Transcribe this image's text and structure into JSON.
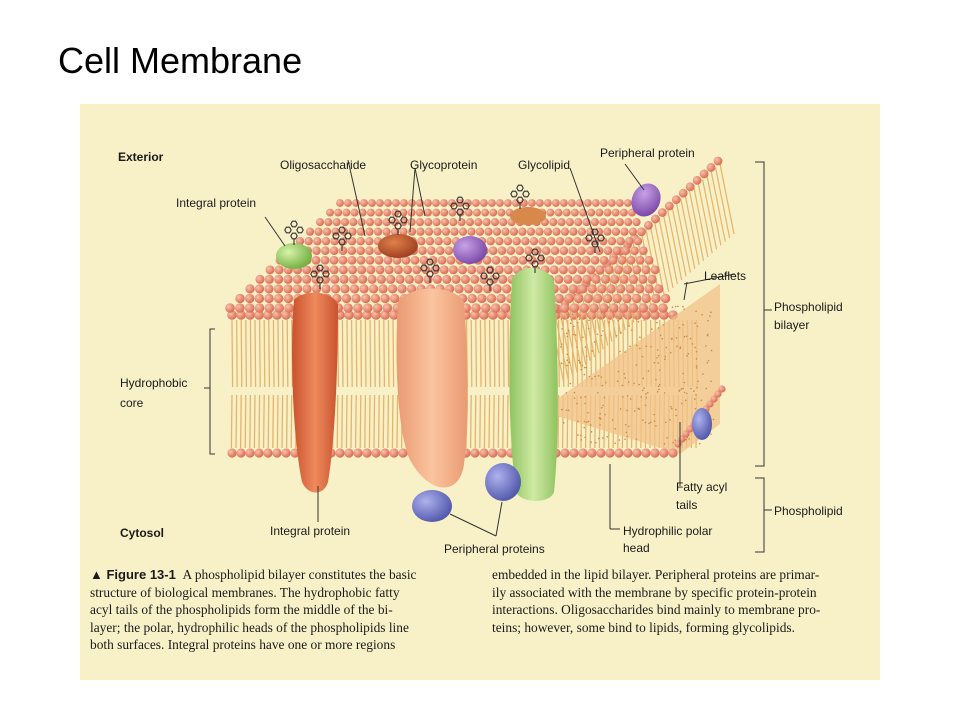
{
  "slide": {
    "title": "Cell Membrane"
  },
  "figure": {
    "labels": {
      "exterior": "Exterior",
      "cytosol": "Cytosol",
      "oligosaccharide": "Oligosaccharide",
      "glycoprotein": "Glycoprotein",
      "glycolipid": "Glycolipid",
      "peripheral_protein_top": "Peripheral protein",
      "integral_protein_top": "Integral protein",
      "leaflets": "Leaflets",
      "phospholipid_bilayer": [
        "Phospholipid",
        "bilayer"
      ],
      "hydrophobic_core": [
        "Hydrophobic",
        "core"
      ],
      "fatty_acyl_tails": [
        "Fatty acyl",
        "tails"
      ],
      "phospholipid": "Phospholipid",
      "integral_protein_bottom": "Integral protein",
      "hydrophilic_polar_head": [
        "Hydrophilic polar",
        "head"
      ],
      "peripheral_proteins_bottom": "Peripheral proteins"
    },
    "caption": {
      "figure_id": "▲ Figure 13-1",
      "left_lines": [
        "A phospholipid bilayer constitutes the basic",
        "structure of biological membranes. The hydrophobic fatty",
        "acyl tails of the phospholipids form the middle of the bi-",
        "layer; the polar, hydrophilic heads of the phospholipids line",
        "both surfaces. Integral proteins have one or more regions"
      ],
      "right_lines": [
        "embedded in the lipid bilayer. Peripheral proteins are primar-",
        "ily associated with the membrane by specific protein-protein",
        "interactions. Oligosaccharides bind mainly to membrane pro-",
        "teins; however, some bind to lipids, forming glycolipids."
      ]
    },
    "colors": {
      "background": "#f8f1c8",
      "lipid_head": "#e5836a",
      "lipid_tail": "#e6b36a",
      "integral_protein_red": "#d9663c",
      "integral_protein_peach": "#f1a67e",
      "integral_protein_green": "#a7d07f",
      "peripheral_protein_purple": "#9a6ac0",
      "peripheral_protein_blue": "#6f74c4",
      "green_protein": "#8fcf5f"
    }
  }
}
